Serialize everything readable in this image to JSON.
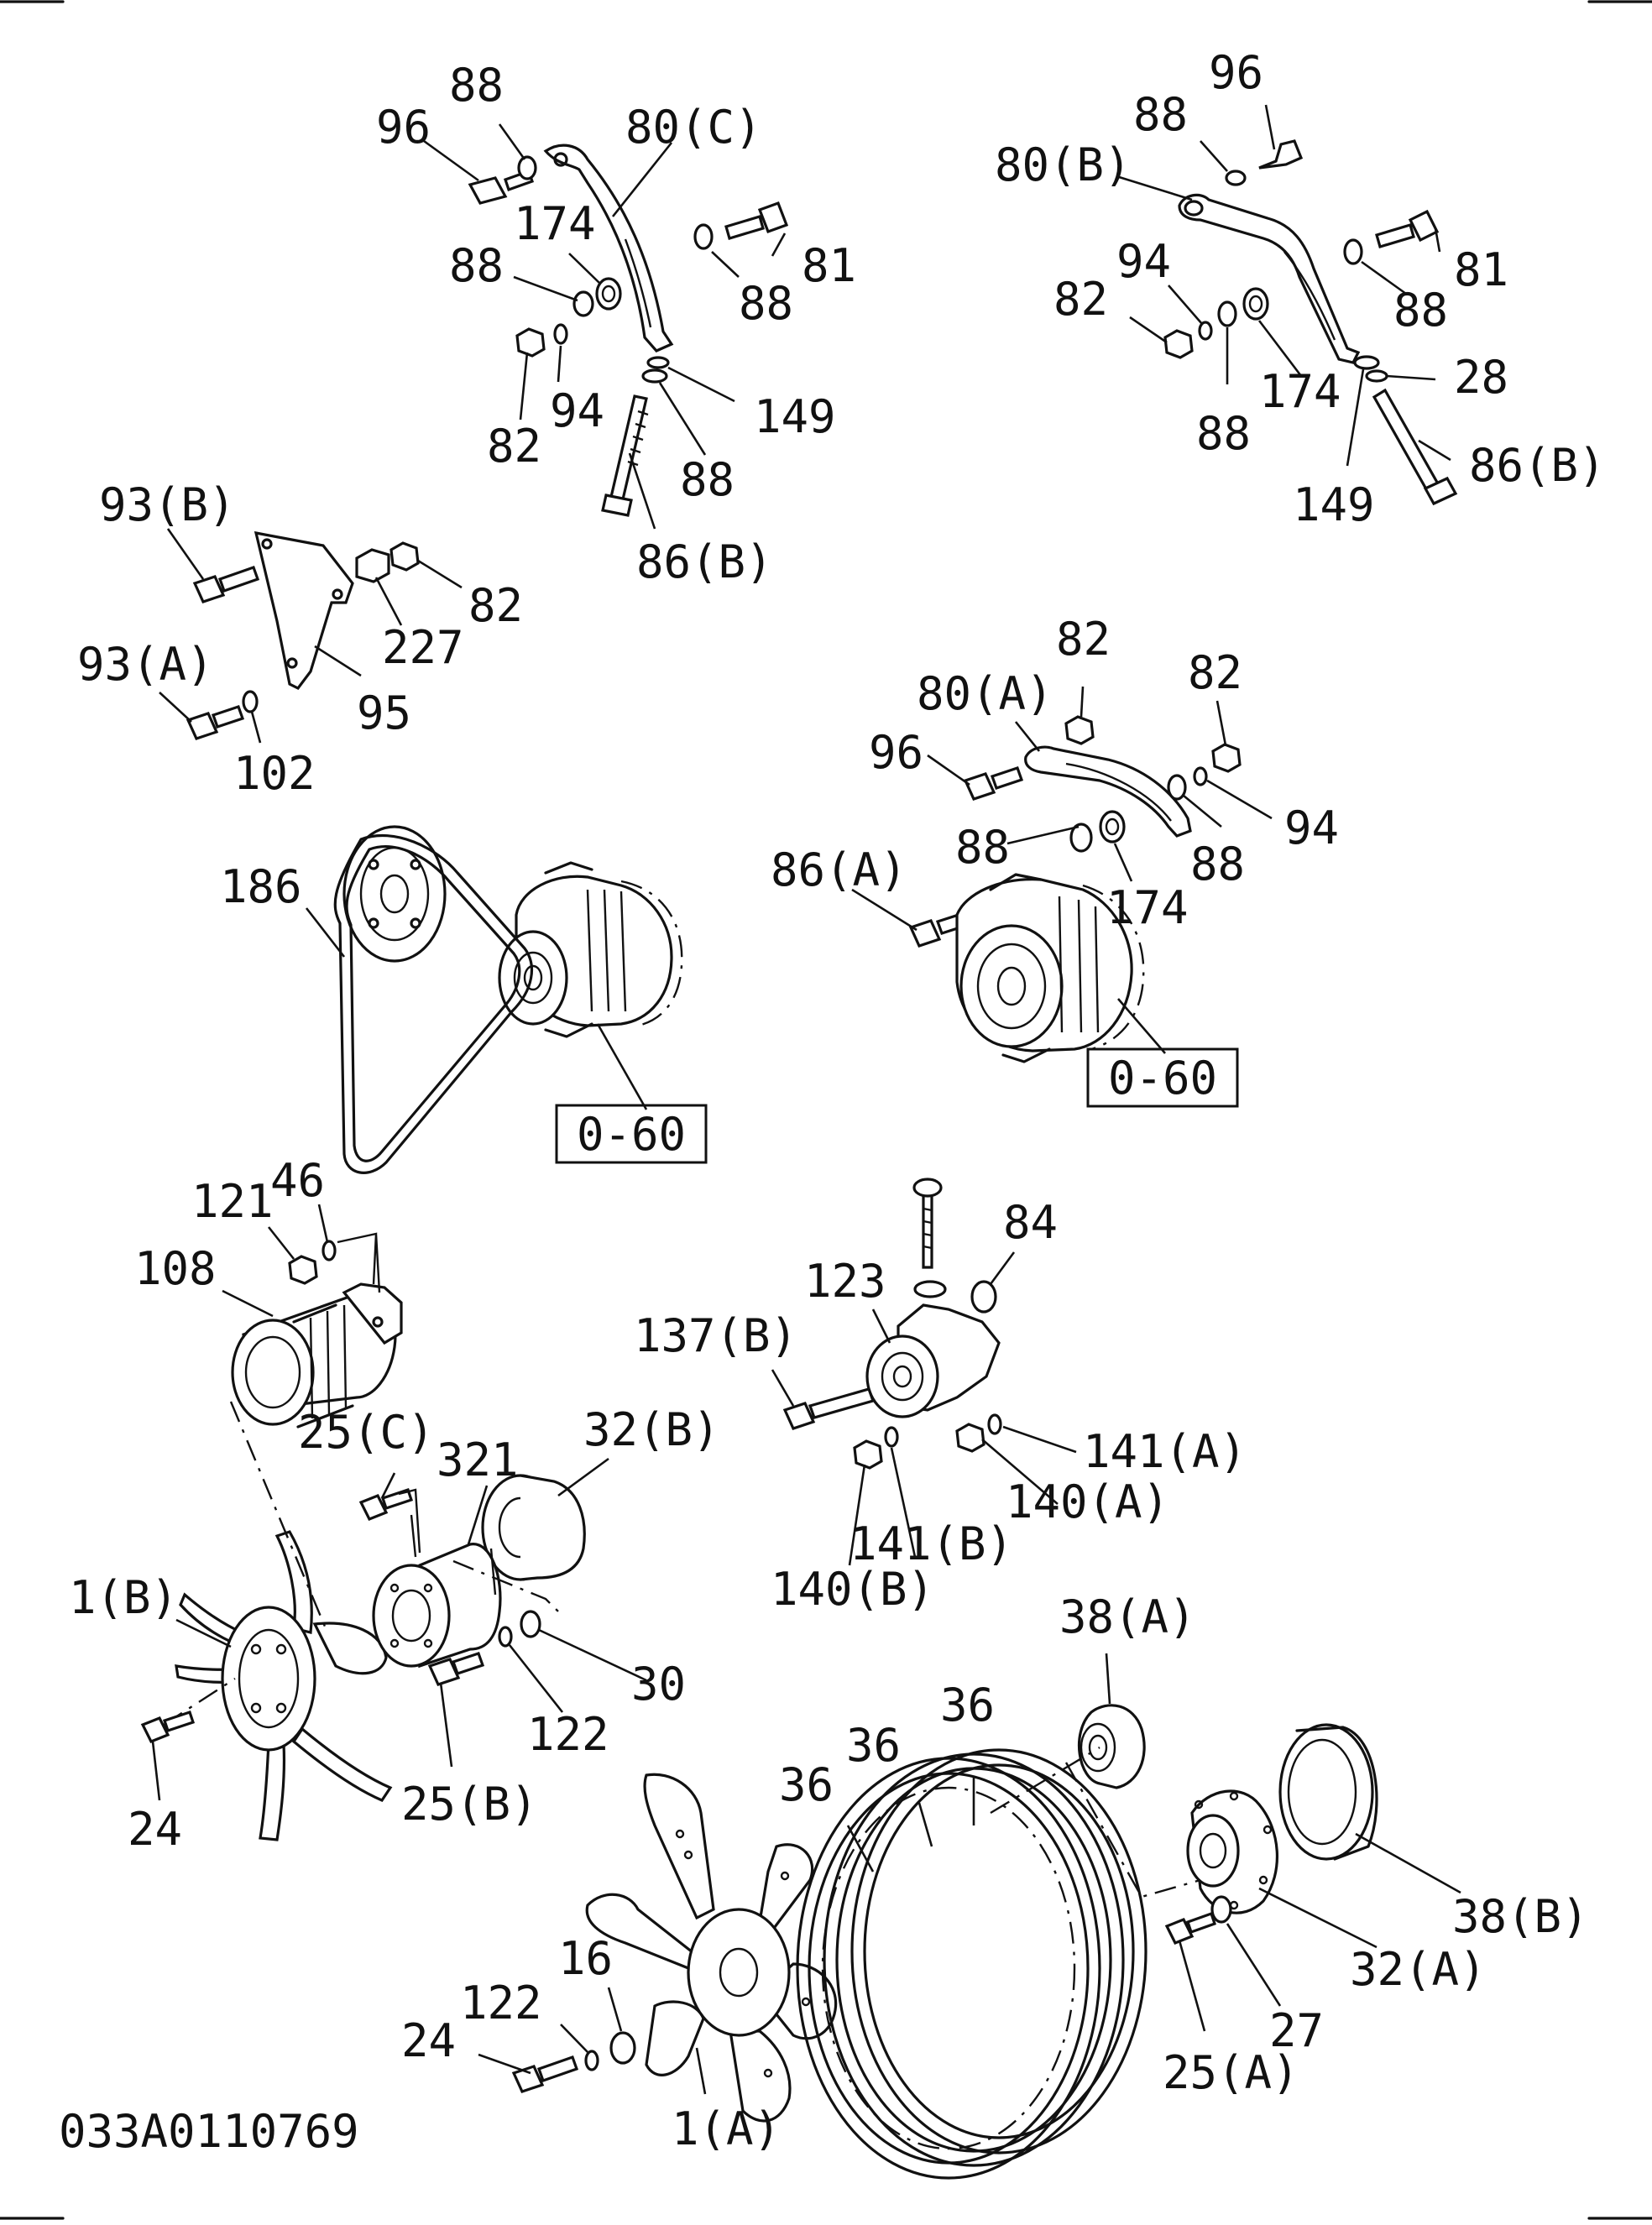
{
  "diagram_id": "033A0110769",
  "reference_boxes": [
    "0-60",
    "0-60"
  ],
  "labels": [
    {
      "id": "l96a",
      "text": "96"
    },
    {
      "id": "l88a",
      "text": "88"
    },
    {
      "id": "l80c",
      "text": "80(C)"
    },
    {
      "id": "l174a",
      "text": "174"
    },
    {
      "id": "l88b",
      "text": "88"
    },
    {
      "id": "l81a",
      "text": "81"
    },
    {
      "id": "l88c",
      "text": "88"
    },
    {
      "id": "l82a",
      "text": "82"
    },
    {
      "id": "l94a",
      "text": "94"
    },
    {
      "id": "l149a",
      "text": "149"
    },
    {
      "id": "l88d",
      "text": "88"
    },
    {
      "id": "l86ba",
      "text": "86(B)"
    },
    {
      "id": "l96b",
      "text": "96"
    },
    {
      "id": "l88e",
      "text": "88"
    },
    {
      "id": "l80b",
      "text": "80(B)"
    },
    {
      "id": "l81b",
      "text": "81"
    },
    {
      "id": "l94b",
      "text": "94"
    },
    {
      "id": "l82b",
      "text": "82"
    },
    {
      "id": "l88f",
      "text": "88"
    },
    {
      "id": "l174b",
      "text": "174"
    },
    {
      "id": "l28",
      "text": "28"
    },
    {
      "id": "l88g",
      "text": "88"
    },
    {
      "id": "l86bb",
      "text": "86(B)"
    },
    {
      "id": "l149b",
      "text": "149"
    },
    {
      "id": "l93b",
      "text": "93(B)"
    },
    {
      "id": "l82c",
      "text": "82"
    },
    {
      "id": "l227",
      "text": "227"
    },
    {
      "id": "l93a",
      "text": "93(A)"
    },
    {
      "id": "l95",
      "text": "95"
    },
    {
      "id": "l102",
      "text": "102"
    },
    {
      "id": "l82d",
      "text": "82"
    },
    {
      "id": "l82e",
      "text": "82"
    },
    {
      "id": "l80a",
      "text": "80(A)"
    },
    {
      "id": "l96c",
      "text": "96"
    },
    {
      "id": "l94c",
      "text": "94"
    },
    {
      "id": "l88h",
      "text": "88"
    },
    {
      "id": "l86a",
      "text": "86(A)"
    },
    {
      "id": "l88i",
      "text": "88"
    },
    {
      "id": "l174c",
      "text": "174"
    },
    {
      "id": "l186",
      "text": "186"
    },
    {
      "id": "l46",
      "text": "46"
    },
    {
      "id": "l121",
      "text": "121"
    },
    {
      "id": "l108",
      "text": "108"
    },
    {
      "id": "l84",
      "text": "84"
    },
    {
      "id": "l123",
      "text": "123"
    },
    {
      "id": "l137b",
      "text": "137(B)"
    },
    {
      "id": "l25c",
      "text": "25(C)"
    },
    {
      "id": "l321",
      "text": "321"
    },
    {
      "id": "l32b",
      "text": "32(B)"
    },
    {
      "id": "l141a",
      "text": "141(A)"
    },
    {
      "id": "l140a",
      "text": "140(A)"
    },
    {
      "id": "l141b",
      "text": "141(B)"
    },
    {
      "id": "l140b",
      "text": "140(B)"
    },
    {
      "id": "l1b",
      "text": "1(B)"
    },
    {
      "id": "l30",
      "text": "30"
    },
    {
      "id": "l122a",
      "text": "122"
    },
    {
      "id": "l38a",
      "text": "38(A)"
    },
    {
      "id": "l36a",
      "text": "36"
    },
    {
      "id": "l36b",
      "text": "36"
    },
    {
      "id": "l36c",
      "text": "36"
    },
    {
      "id": "l24a",
      "text": "24"
    },
    {
      "id": "l25b",
      "text": "25(B)"
    },
    {
      "id": "l38b",
      "text": "38(B)"
    },
    {
      "id": "l32a",
      "text": "32(A)"
    },
    {
      "id": "l16",
      "text": "16"
    },
    {
      "id": "l122b",
      "text": "122"
    },
    {
      "id": "l27",
      "text": "27"
    },
    {
      "id": "l24b",
      "text": "24"
    },
    {
      "id": "l25a",
      "text": "25(A)"
    },
    {
      "id": "l1a",
      "text": "1(A)"
    }
  ]
}
